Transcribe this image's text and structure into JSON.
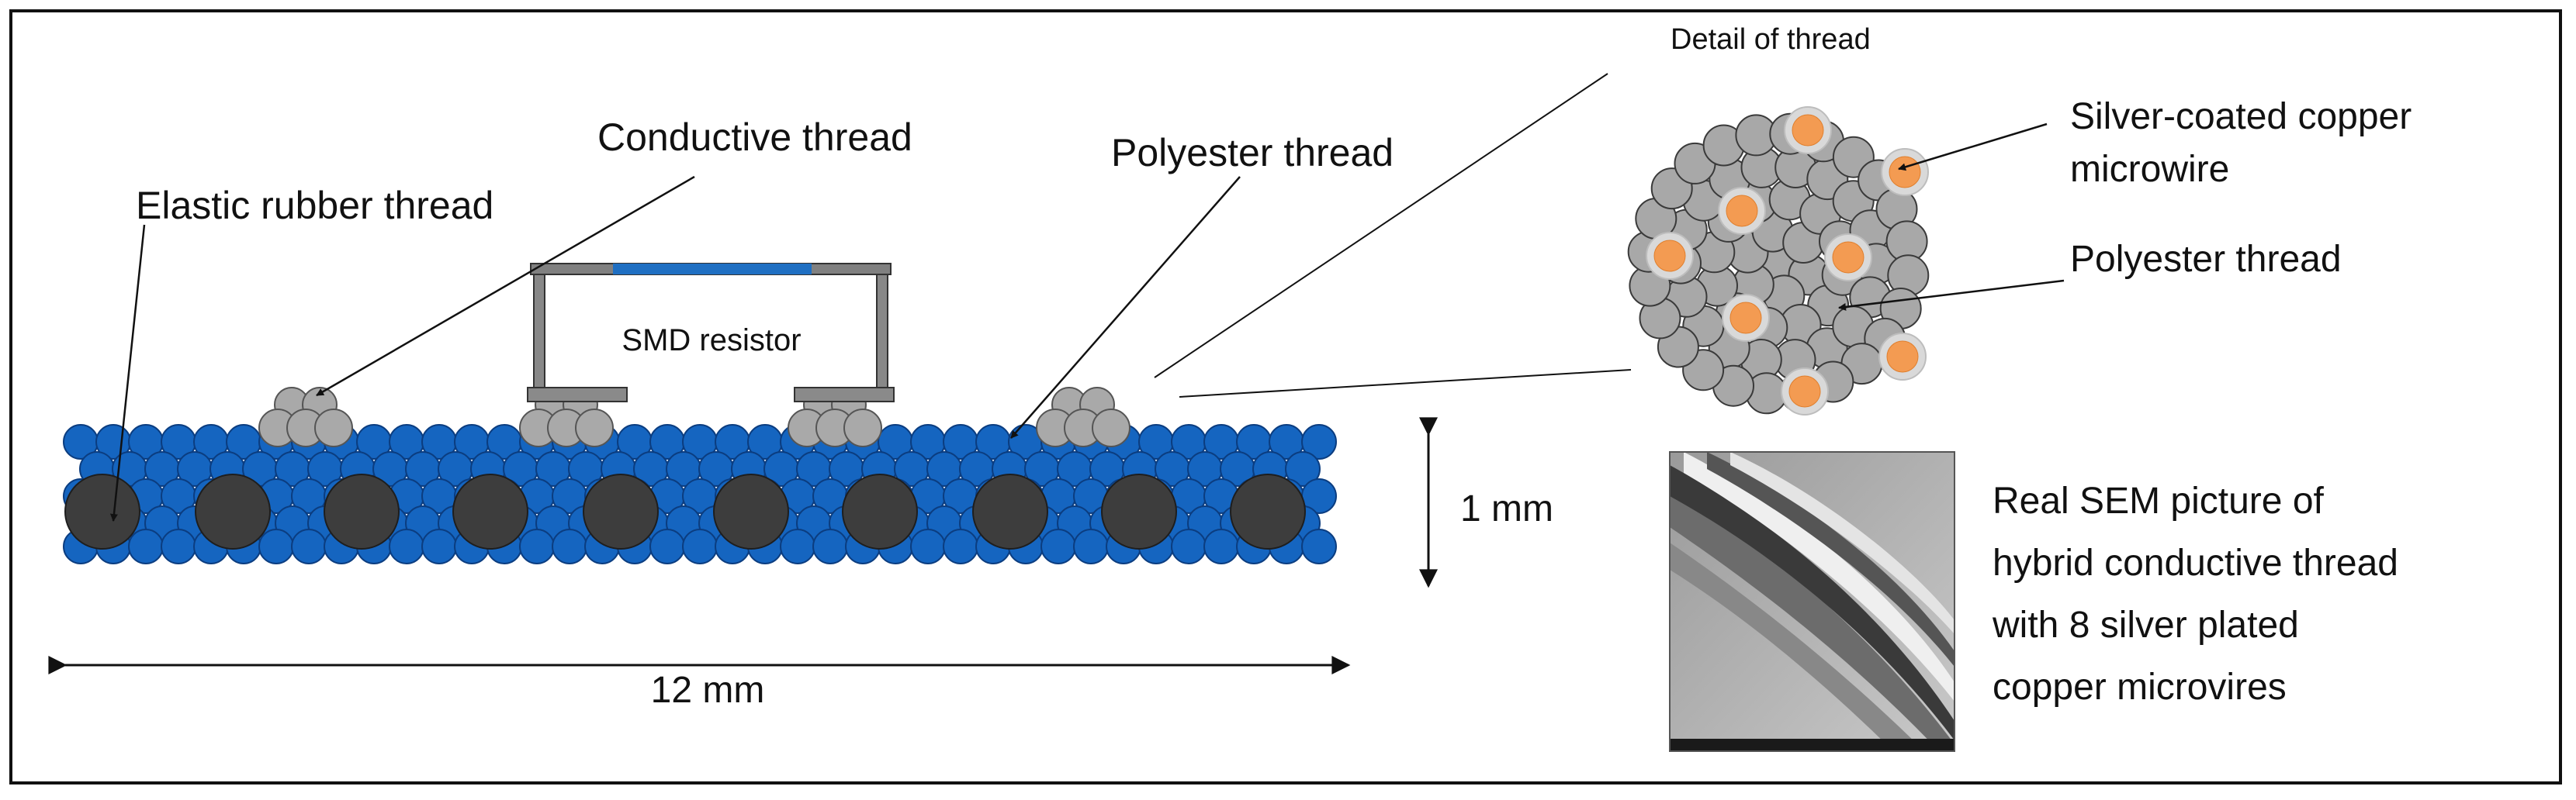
{
  "labels": {
    "detail_of_thread": "Detail of thread",
    "conductive_thread": "Conductive thread",
    "polyester_thread_main": "Polyester thread",
    "elastic_rubber_thread": "Elastic rubber thread",
    "smd_resistor": "SMD resistor",
    "height_dimension": "1 mm",
    "width_dimension": "12 mm",
    "silver_coated_line1": "Silver-coated copper",
    "silver_coated_line2": "microwire",
    "polyester_thread_detail": "Polyester thread",
    "sem_caption_lines": [
      "Real SEM picture of",
      "hybrid conductive thread",
      "with 8 silver plated",
      "copper microvires"
    ]
  },
  "colors": {
    "polyester_blue": "#1565c0",
    "rubber_dark": "#3d3d3d",
    "thread_gray": "#a9a9a9",
    "copper_orange": "#f39b52",
    "smd_blue": "#1f6fc2",
    "smd_pad_gray": "#8a8a8a"
  }
}
